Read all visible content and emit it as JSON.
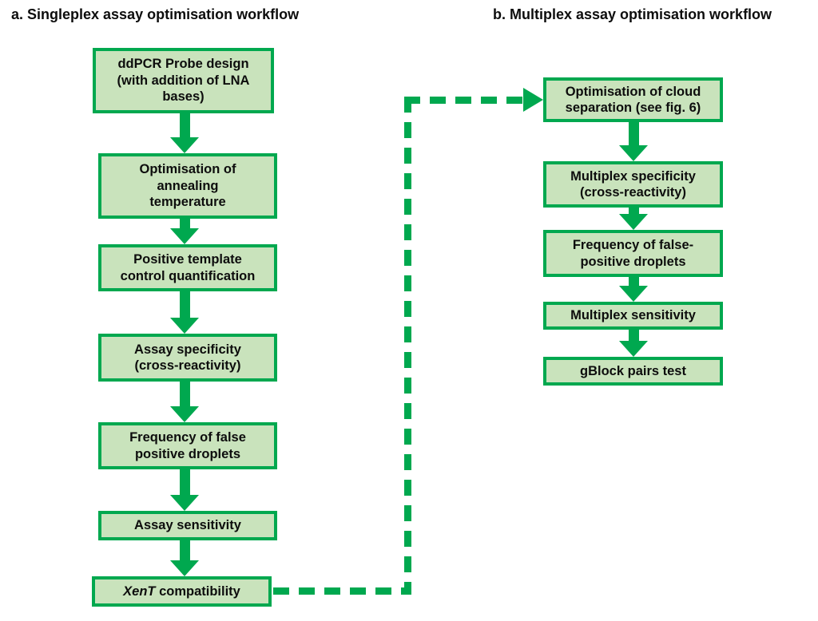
{
  "colors": {
    "arrow_and_border_green": "#00A84F",
    "box_fill_light_green": "#C9E3BC",
    "text_black": "#0d0d0d"
  },
  "singleplex": {
    "title": "a. Singleplex assay optimisation workflow",
    "steps": [
      {
        "label": "ddPCR Probe design\n(with addition of LNA\nbases)"
      },
      {
        "label": "Optimisation of\nannealing\ntemperature"
      },
      {
        "label": "Positive template\ncontrol quantification"
      },
      {
        "label": "Assay specificity\n(cross-reactivity)"
      },
      {
        "label": "Frequency of false\npositive droplets"
      },
      {
        "label": "Assay sensitivity"
      },
      {
        "italic": "XenT",
        "label": " compatibility"
      }
    ]
  },
  "multiplex": {
    "title": "b. Multiplex assay optimisation workflow",
    "steps": [
      {
        "label": "Optimisation of cloud\nseparation (see fig. 6)"
      },
      {
        "label": "Multiplex specificity\n(cross-reactivity)"
      },
      {
        "label": "Frequency of false-\npositive droplets"
      },
      {
        "label": "Multiplex sensitivity"
      },
      {
        "label": "gBlock pairs test"
      }
    ]
  }
}
